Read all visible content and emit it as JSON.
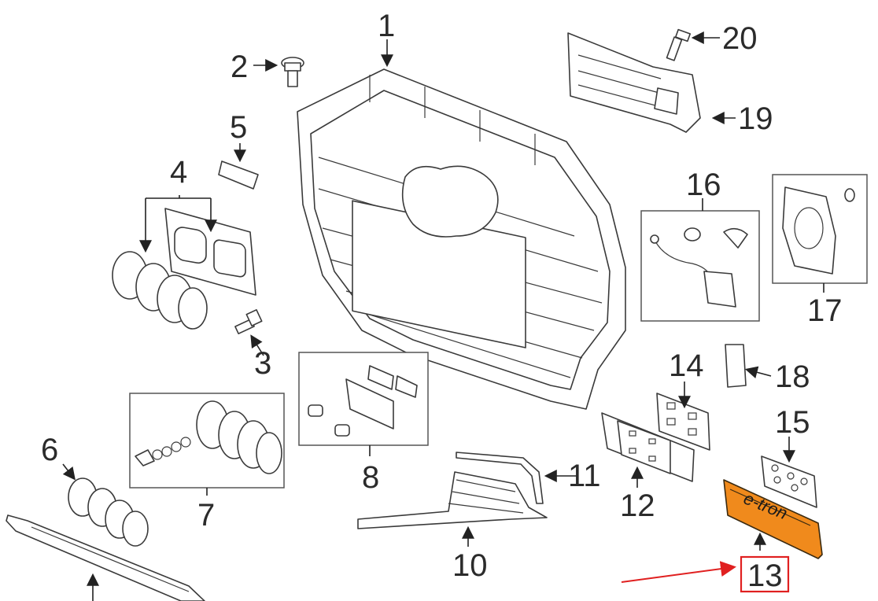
{
  "callouts": {
    "c1": "1",
    "c2": "2",
    "c3": "3",
    "c4": "4",
    "c5": "5",
    "c6": "6",
    "c7": "7",
    "c8": "8",
    "c10": "10",
    "c11": "11",
    "c12": "12",
    "c13": "13",
    "c14": "14",
    "c15": "15",
    "c16": "16",
    "c17": "17",
    "c18": "18",
    "c19": "19",
    "c20": "20"
  },
  "highlight": {
    "part_fill": "#f08a1c",
    "frame_color": "#e02020",
    "arrow_color": "#e02020"
  },
  "emblem_text": "e-tron"
}
